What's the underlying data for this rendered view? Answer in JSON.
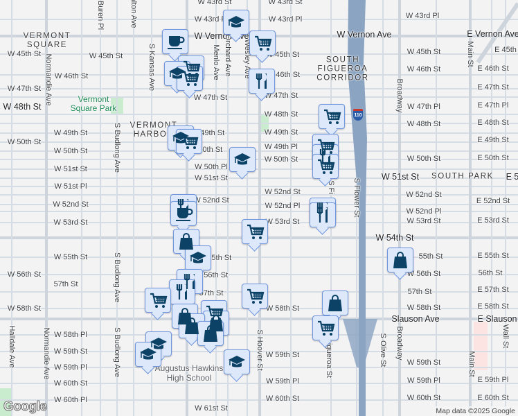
{
  "map": {
    "colors": {
      "background": "#f4f3f4",
      "road": "#d6dce3",
      "major_road": "#cdd4dc",
      "freeway": "#8aa4c2",
      "marker_fill": "#dde8fb",
      "marker_border": "#6f95dc",
      "icon": "#0b4266",
      "park": "#c9eccf"
    },
    "highway_shield": "110",
    "districts": [
      "VERMONT\nSQUARE",
      "SOUTH\nFIGUEROA\nCORRIDOR",
      "VERMONT\nHARBOR",
      "SOUTH PARK"
    ],
    "park": "Vermont\nSquare Park",
    "poi": "Augustus Hawkins\nHigh School",
    "streets": [
      "W 43rd St",
      "W 43rd St",
      "W 43rd Pl",
      "W 43rd Pl",
      "W 43rd Pl",
      "W Vernon Ave",
      "W Vernon Ave",
      "E Vernon Ave",
      "W 45th St",
      "W 45th St",
      "W 45th St",
      "W 45th St",
      "E 45th",
      "W 46th St",
      "W 46th St",
      "W 46th St",
      "E 46th St",
      "W 47th St",
      "W 47th St",
      "W 47th St",
      "E 47th St",
      "W 48th St",
      "W 48th St",
      "W 48th St",
      "E 48th St",
      "W 47th Pl",
      "E 47th Pl",
      "W 49th St",
      "W 49th St",
      "W 49th St",
      "E 49th St",
      "W 50th St",
      "W 50th St",
      "W 50th St",
      "W 50th St",
      "W 50th St",
      "E 50th St",
      "W 49th Pl",
      "W 50th Pl",
      "W 51st St",
      "W 51st St",
      "W 51st St",
      "E 5",
      "W 51st Pl",
      "W 52nd St",
      "W 52nd St",
      "W 52nd St",
      "W 52nd St",
      "E 52nd St",
      "W 52nd Pl",
      "W 52nd Pl",
      "W 53rd St",
      "W 53rd St",
      "W 53rd St",
      "E 53rd St",
      "W 54th St",
      "W 55th St",
      "W 55th St",
      "55th St",
      "E 55th St",
      "W 56th St",
      "W 56th St",
      "W 56th St",
      "56th St",
      "57th St",
      "57th St",
      "57th St",
      "E 57th St",
      "W 58th St",
      "W 58th St",
      "W 58th St",
      "E 58th St",
      "Slauson Ave",
      "E Slauson",
      "W 58th Pl",
      "W 59th St",
      "W 59th St",
      "W 59th St",
      "W 59th Pl",
      "W 59th Pl",
      "W 59th Pl",
      "E 59th Pl",
      "W 60th St",
      "W 60th St",
      "W 60th St",
      "E 60th St",
      "W 60th Pl",
      "W 61st St",
      "Buren Pl",
      "alton Ave",
      "S Kansas Ave",
      "Normandie Ave",
      "Menlo Ave",
      "Orchard Ave",
      "Wesley Ave",
      "S Budlong Ave",
      "S Budlong Ave",
      "S Budlong Ave",
      "Normandie Ave",
      "Halldale Ave",
      "S Hoover St",
      "igueroa St",
      "S Flower St",
      "S Olive St",
      "Broadway",
      "Broadway",
      "Main St",
      "Main St",
      "Wall St",
      "S Fi"
    ],
    "markers": [
      "cafe",
      "school",
      "grocery",
      "grocery",
      "school",
      "grocery",
      "restaurant",
      "grocery",
      "school",
      "grocery",
      "school",
      "grocery",
      "restaurant",
      "grocery",
      "restaurant",
      "cafe",
      "restaurant",
      "restaurant",
      "grocery",
      "shopping",
      "school",
      "restaurant",
      "restaurant",
      "grocery",
      "grocery",
      "shopping",
      "grocery",
      "grocery",
      "shopping",
      "shopping",
      "shopping",
      "shopping",
      "school",
      "school",
      "school",
      "shopping"
    ]
  },
  "footer": {
    "logo": "Google",
    "attribution": "Map data ©2025 Google"
  }
}
